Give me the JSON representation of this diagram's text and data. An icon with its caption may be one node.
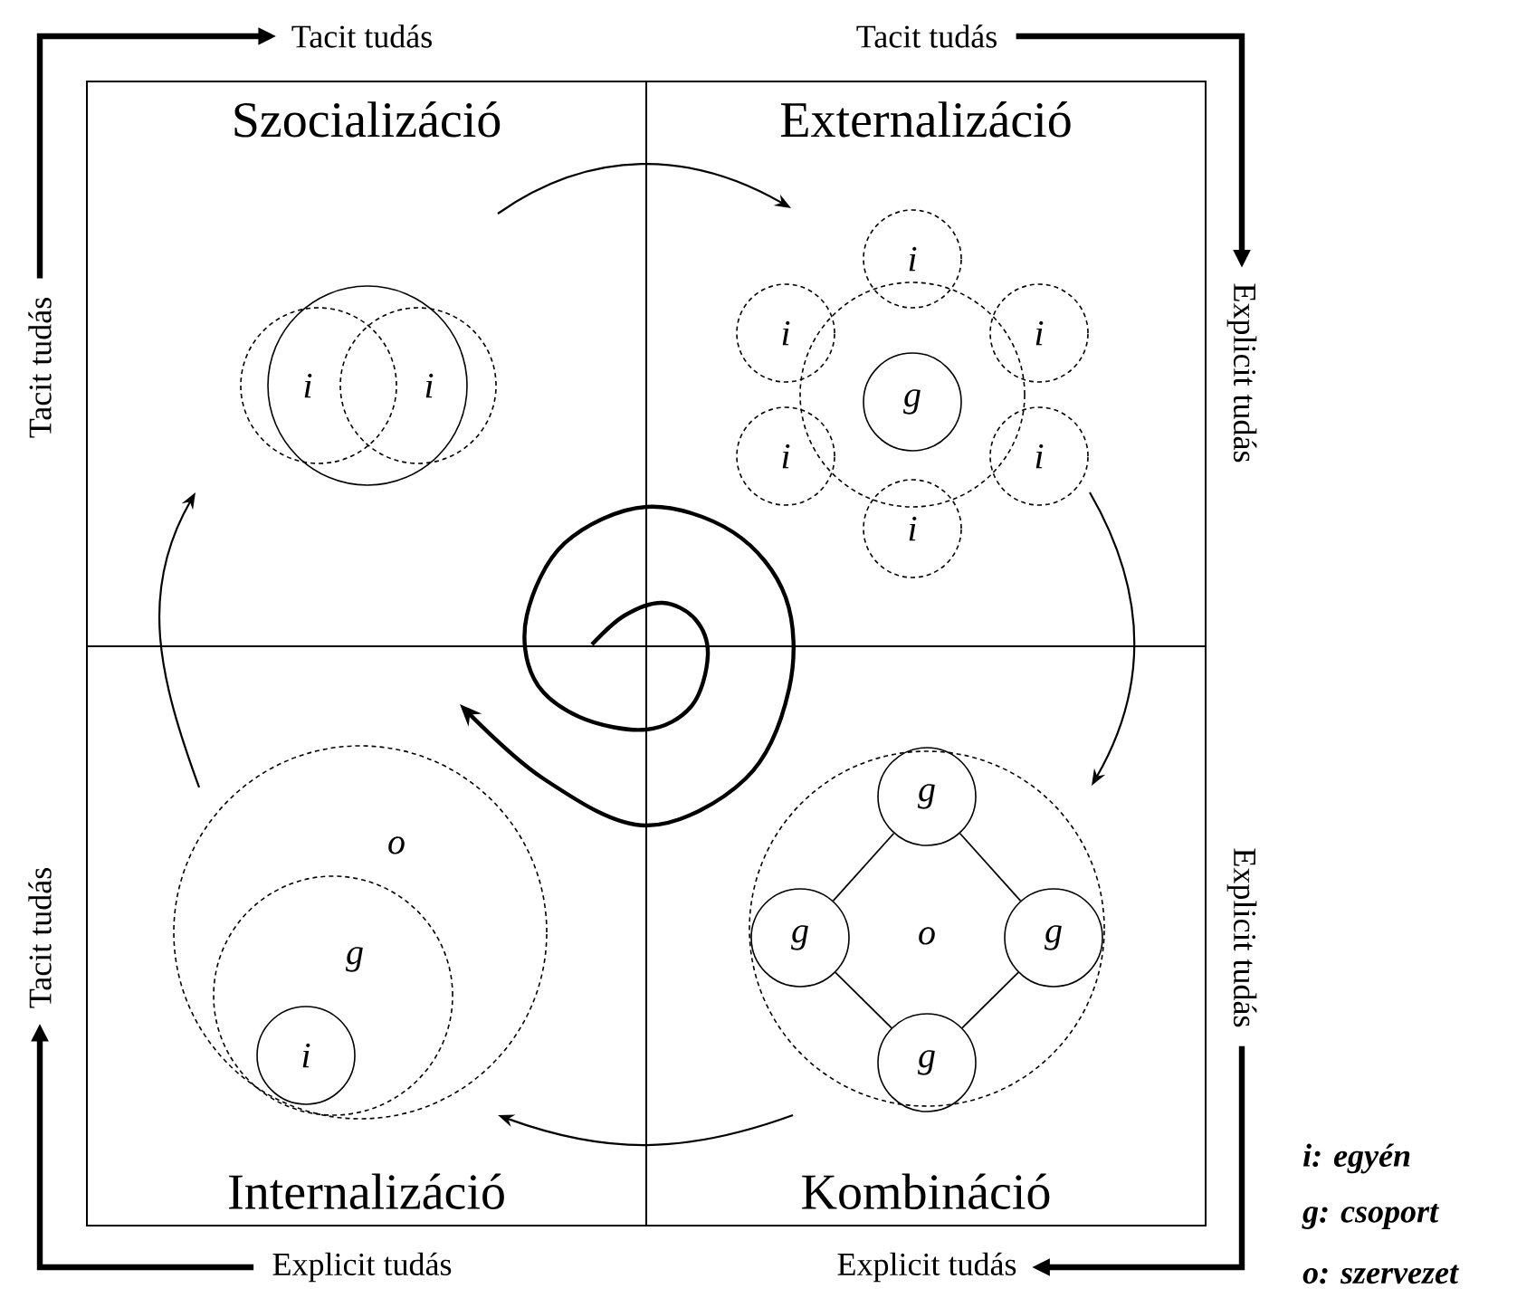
{
  "diagram": {
    "nodes": [
      {
        "text": [
          "Tacit tudás"
        ]
      },
      {
        "text": [
          "Tacit tudás"
        ]
      },
      {
        "text": [
          "Szocializáció"
        ]
      },
      {
        "text": [],
        "shape": "circle",
        "in": 2
      },
      {
        "text": [
          "i"
        ],
        "in": 2
      },
      {
        "text": [
          "i"
        ],
        "in": 2
      },
      {
        "text": [
          "Externalizáció"
        ]
      },
      {
        "text": [
          "i"
        ],
        "in": 6
      },
      {
        "text": [],
        "shape": "circle",
        "in": 6
      },
      {
        "text": [
          "g"
        ],
        "in": 8
      },
      {
        "text": [
          "i"
        ],
        "in": 6
      },
      {
        "text": [
          "i"
        ],
        "in": 6
      },
      {
        "text": [
          "i"
        ],
        "in": 6
      },
      {
        "text": [
          "i"
        ],
        "in": 6
      },
      {
        "text": [
          "i"
        ],
        "in": 6
      },
      {
        "text": [
          "Tacit tudás"
        ]
      },
      {
        "text": [
          "Explicit tudás"
        ]
      },
      {
        "text": [
          "Internalizáció"
        ]
      },
      {
        "text": [
          "o"
        ],
        "in": 17
      },
      {
        "text": [
          "g"
        ],
        "in": 18
      },
      {
        "text": [
          "i"
        ],
        "in": 19
      },
      {
        "text": [
          "Kombináció"
        ]
      },
      {
        "text": [
          "o"
        ],
        "in": 21
      },
      {
        "text": [
          "g"
        ],
        "in": 22
      },
      {
        "text": [
          "g"
        ],
        "in": 22
      },
      {
        "text": [
          "g"
        ],
        "in": 22
      },
      {
        "text": [
          "g"
        ],
        "in": 22
      },
      {
        "text": [
          "Tacit tudás"
        ]
      },
      {
        "text": [
          "Explicit tudás"
        ]
      },
      {
        "text": [
          "Explicit tudás"
        ]
      },
      {
        "text": [
          "Explicit tudás"
        ]
      }
    ],
    "edges": [
      {
        "from": 15,
        "to": 0,
        "arrow": "to",
        "style": "thick"
      },
      {
        "from": 1,
        "to": 16,
        "arrow": "to",
        "style": "thick"
      },
      {
        "from": 28,
        "to": 30,
        "arrow": "to",
        "style": "thick"
      },
      {
        "from": 29,
        "to": 27,
        "arrow": "to",
        "style": "thick"
      },
      {
        "from": 23,
        "to": 24,
        "arrow": "none"
      },
      {
        "from": 23,
        "to": 25,
        "arrow": "none"
      },
      {
        "from": 24,
        "to": 26,
        "arrow": "none"
      },
      {
        "from": 25,
        "to": 26,
        "arrow": "none"
      }
    ],
    "labels": [
      "i: egyén",
      "g: csoport",
      "o: szervezet"
    ]
  }
}
